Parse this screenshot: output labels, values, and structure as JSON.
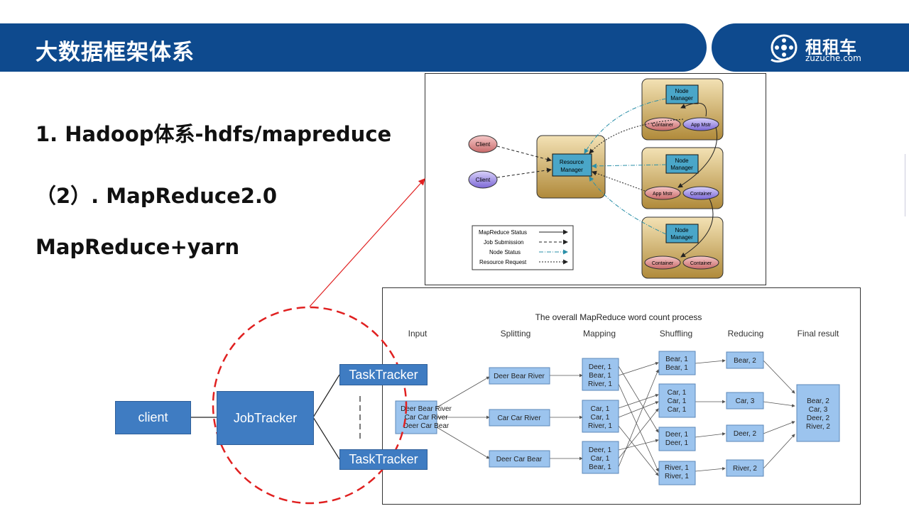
{
  "header": {
    "title": "大数据框架体系",
    "logo_name": "租租车",
    "logo_domain": "zuzuche.com"
  },
  "headings": {
    "line1": "1. Hadoop体系-hdfs/mapreduce",
    "line2": "（2）. MapReduce2.0",
    "line3": "MapReduce+yarn"
  },
  "flow": {
    "client": "client",
    "jobtracker": "JobTracker",
    "tasktracker_top": "TaskTracker",
    "tasktracker_bottom": "TaskTracker"
  },
  "yarn": {
    "client_top": "Client",
    "client_bottom": "Client",
    "rm_line1": "Resource",
    "rm_line2": "Manager",
    "nm_line1": "Node",
    "nm_line2": "Manager",
    "container": "Container",
    "app_mstr": "App Mstr",
    "legend": [
      "MapReduce Status",
      "Job Submission",
      "Node Status",
      "Resource Request"
    ]
  },
  "wordcount": {
    "title": "The overall MapReduce word count process",
    "stages": [
      "Input",
      "Splitting",
      "Mapping",
      "Shuffling",
      "Reducing",
      "Final result"
    ],
    "input": [
      "Deer Bear River",
      "Car Car River",
      "Deer Car Bear"
    ],
    "splits": [
      "Deer Bear River",
      "Car Car River",
      "Deer Car Bear"
    ],
    "mapping": [
      [
        "Deer, 1",
        "Bear, 1",
        "River, 1"
      ],
      [
        "Car, 1",
        "Car, 1",
        "River, 1"
      ],
      [
        "Deer, 1",
        "Car, 1",
        "Bear, 1"
      ]
    ],
    "shuffling": [
      [
        "Bear, 1",
        "Bear, 1"
      ],
      [
        "Car, 1",
        "Car, 1",
        "Car, 1"
      ],
      [
        "Deer, 1",
        "Deer, 1"
      ],
      [
        "River, 1",
        "River, 1"
      ]
    ],
    "reducing": [
      "Bear, 2",
      "Car, 3",
      "Deer, 2",
      "River, 2"
    ],
    "final": [
      "Bear, 2",
      "Car, 3",
      "Deer, 2",
      "River, 2"
    ]
  },
  "colors": {
    "brand_blue": "#0e4a8e",
    "flow_box": "#3f7cc2",
    "annotation_red": "#e02020",
    "wc_box": "#9cc4ee",
    "yarn_panel": "#c9a24a"
  }
}
